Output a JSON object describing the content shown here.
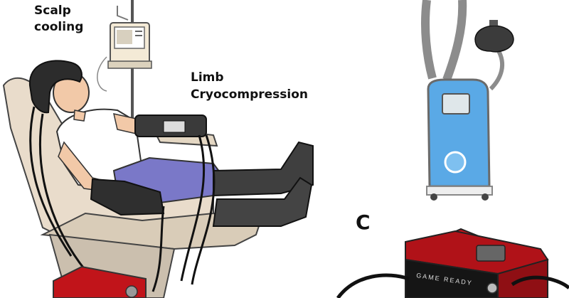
{
  "labels": {
    "scalp_cooling_line1": "Scalp",
    "scalp_cooling_line2": "cooling",
    "limb_line1": "Limb",
    "limb_line2": "Cryocompression",
    "panel_c": "C"
  },
  "devices": {
    "game_ready_brand": "GAME READY"
  },
  "colors": {
    "chair": "#e9dccb",
    "compression_sleeve": "#3a3a3a",
    "cooling_unit_blue": "#5aa9e6",
    "game_ready_red": "#c1141a",
    "pants": "#7a78c8"
  },
  "icons": {
    "iv_pump": "iv-pump-icon",
    "cooling_cap": "cooling-cap-icon"
  }
}
